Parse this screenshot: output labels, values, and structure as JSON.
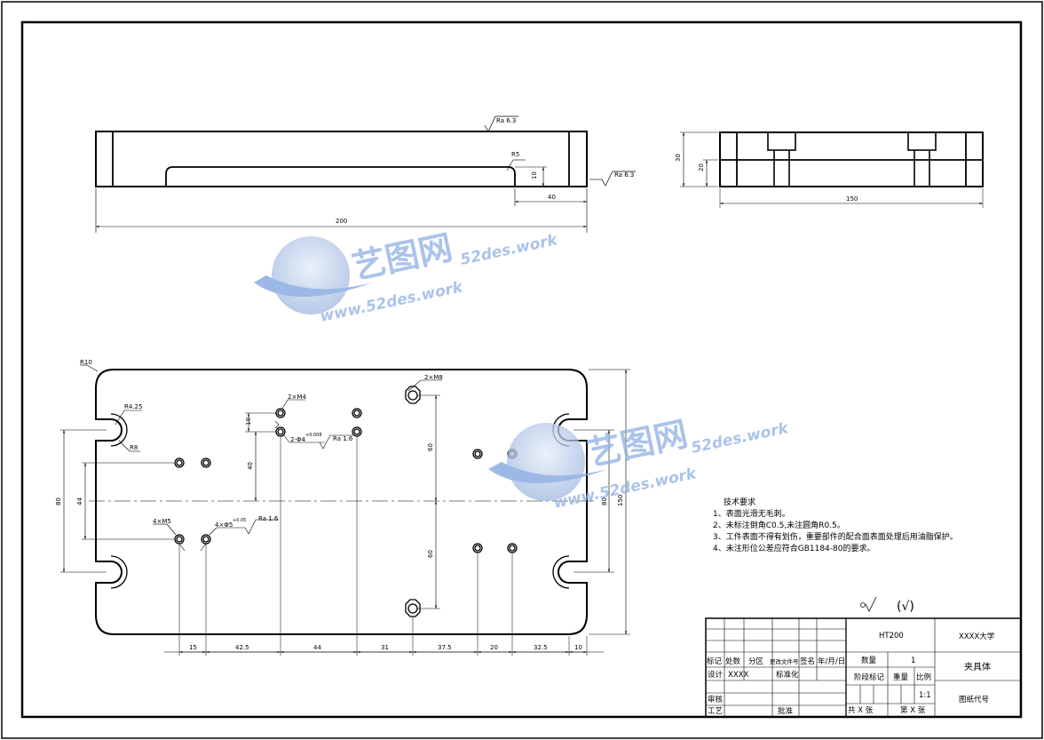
{
  "drawing": {
    "front_view": {
      "roughness_top": "Ra 6.3",
      "roughness_right": "Ra 6.3",
      "radius": "R5",
      "depth": "10",
      "pocket_width": "40",
      "overall_length": "200"
    },
    "side_view": {
      "height_total": "30",
      "height_inner": "20",
      "width": "150"
    },
    "top_view": {
      "corner_radius": "R10",
      "slot_radius": "R4.25",
      "slot_inner_radius": "R8",
      "hole_callout_m4": "2×M4",
      "hole_callout_m8": "2×M8",
      "hole_callout_m5": "4×M5",
      "pin_callout": "2-Φ4",
      "pin_tol": "+0.008",
      "pin_callout_2": "4×Φ5",
      "pin_tol_2": "+0.05",
      "roughness_a": "Ra 1.6",
      "roughness_b": "Ra 1.6",
      "dim_10": "10",
      "dim_40": "40",
      "dim_60_upper": "60",
      "dim_60_lower": "60",
      "dim_80_left": "80",
      "dim_44_left": "44",
      "dim_80_right": "80",
      "dim_150_right": "150",
      "bottom_dims": [
        "15",
        "42.5",
        "44",
        "31",
        "37.5",
        "20",
        "32.5",
        "10"
      ]
    },
    "tech_requirements": {
      "heading": "技术要求",
      "items": [
        "1、表面光滑无毛刺。",
        "2、未标注倒角C0.5,未注圆角R0.5。",
        "3、工件表面不得有划伤，重要部件的配合面表面处理后用油脂保护。",
        "4、未注形位公差应符合GB1184-80的要求。"
      ]
    },
    "roughness_note": "(√)"
  },
  "watermark": {
    "brand": "艺图网",
    "url_1": "52des.work",
    "url_2": "www.52des.work"
  },
  "title_block": {
    "material": "HT200",
    "school": "XXXX大学",
    "part_name": "夹具体",
    "drawing_code": "图纸代号",
    "qty_label": "数量",
    "qty_value": "1",
    "stage_label": "阶段标记",
    "weight_label": "重量",
    "scale_label": "比例",
    "scale_value": "1:1",
    "sheet_total": "共 X 张",
    "sheet_no": "第 X 张",
    "rev_headers": [
      "标记",
      "处数",
      "分区",
      "更改文件号",
      "签名",
      "年/月/日"
    ],
    "design_label": "设计",
    "design_value": "XXXX",
    "std_label": "标准化",
    "review_label": "审核",
    "process_label": "工艺",
    "approve_label": "批准"
  }
}
